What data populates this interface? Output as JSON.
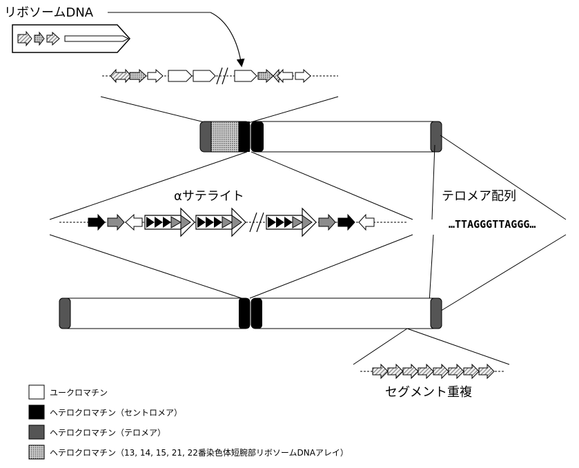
{
  "labels": {
    "ribosomal_dna": "リボソームDNA",
    "alpha_satellite": "αサテライト",
    "telomere_sequence": "テロメア配列",
    "telomere_repeat": "…TTAGGGTTAGGG…",
    "segmental_duplication": "セグメント重複"
  },
  "legend": [
    {
      "swatch": "white",
      "label": "ユークロマチン"
    },
    {
      "swatch": "black",
      "label": "ヘテロクロマチン（セントロメア）"
    },
    {
      "swatch": "gray",
      "label": "ヘテロクロマチン（テロメア）"
    },
    {
      "swatch": "stipple",
      "label": "ヘテロクロマチン（13, 14, 15, 21, 22番染色体短腕部リボソームDNAアレイ）"
    }
  ],
  "colors": {
    "centromere": "#000000",
    "telomere": "#555555",
    "euchromatin": "#ffffff",
    "rdna_stipple": "#9a9a9a",
    "repeat_gray": "#8c8c8c"
  }
}
